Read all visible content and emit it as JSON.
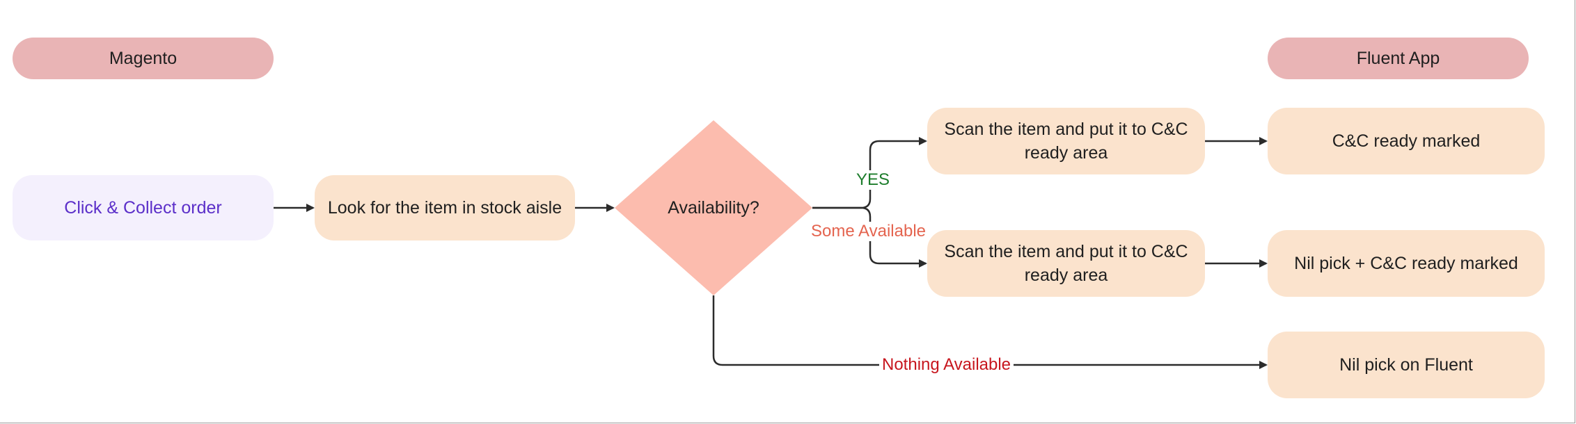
{
  "lanes": {
    "left": "Magento",
    "right": "Fluent App"
  },
  "nodes": {
    "start": "Click & Collect order",
    "look": "Look for the item in stock aisle",
    "decision": "Availability?",
    "scan_yes": "Scan the item and put it to C&C ready area",
    "scan_some": "Scan the item and put it to C&C ready area",
    "ready_marked": "C&C ready marked",
    "nil_pick_ready": "Nil pick + C&C ready marked",
    "nil_pick_fluent": "Nil pick on Fluent"
  },
  "edge_labels": {
    "yes": "YES",
    "some": "Some Available",
    "nothing": "Nothing Available"
  },
  "colors": {
    "lane": "#e9b4b5",
    "process": "#fbe3cd",
    "start_fill": "#f4f0fd",
    "start_text": "#5b2fc9",
    "decision": "#fcbcae",
    "connector": "#2b2b2b",
    "yes_label": "#1d7d2c",
    "some_label": "#e4644f",
    "nothing_label": "#c7161e"
  }
}
